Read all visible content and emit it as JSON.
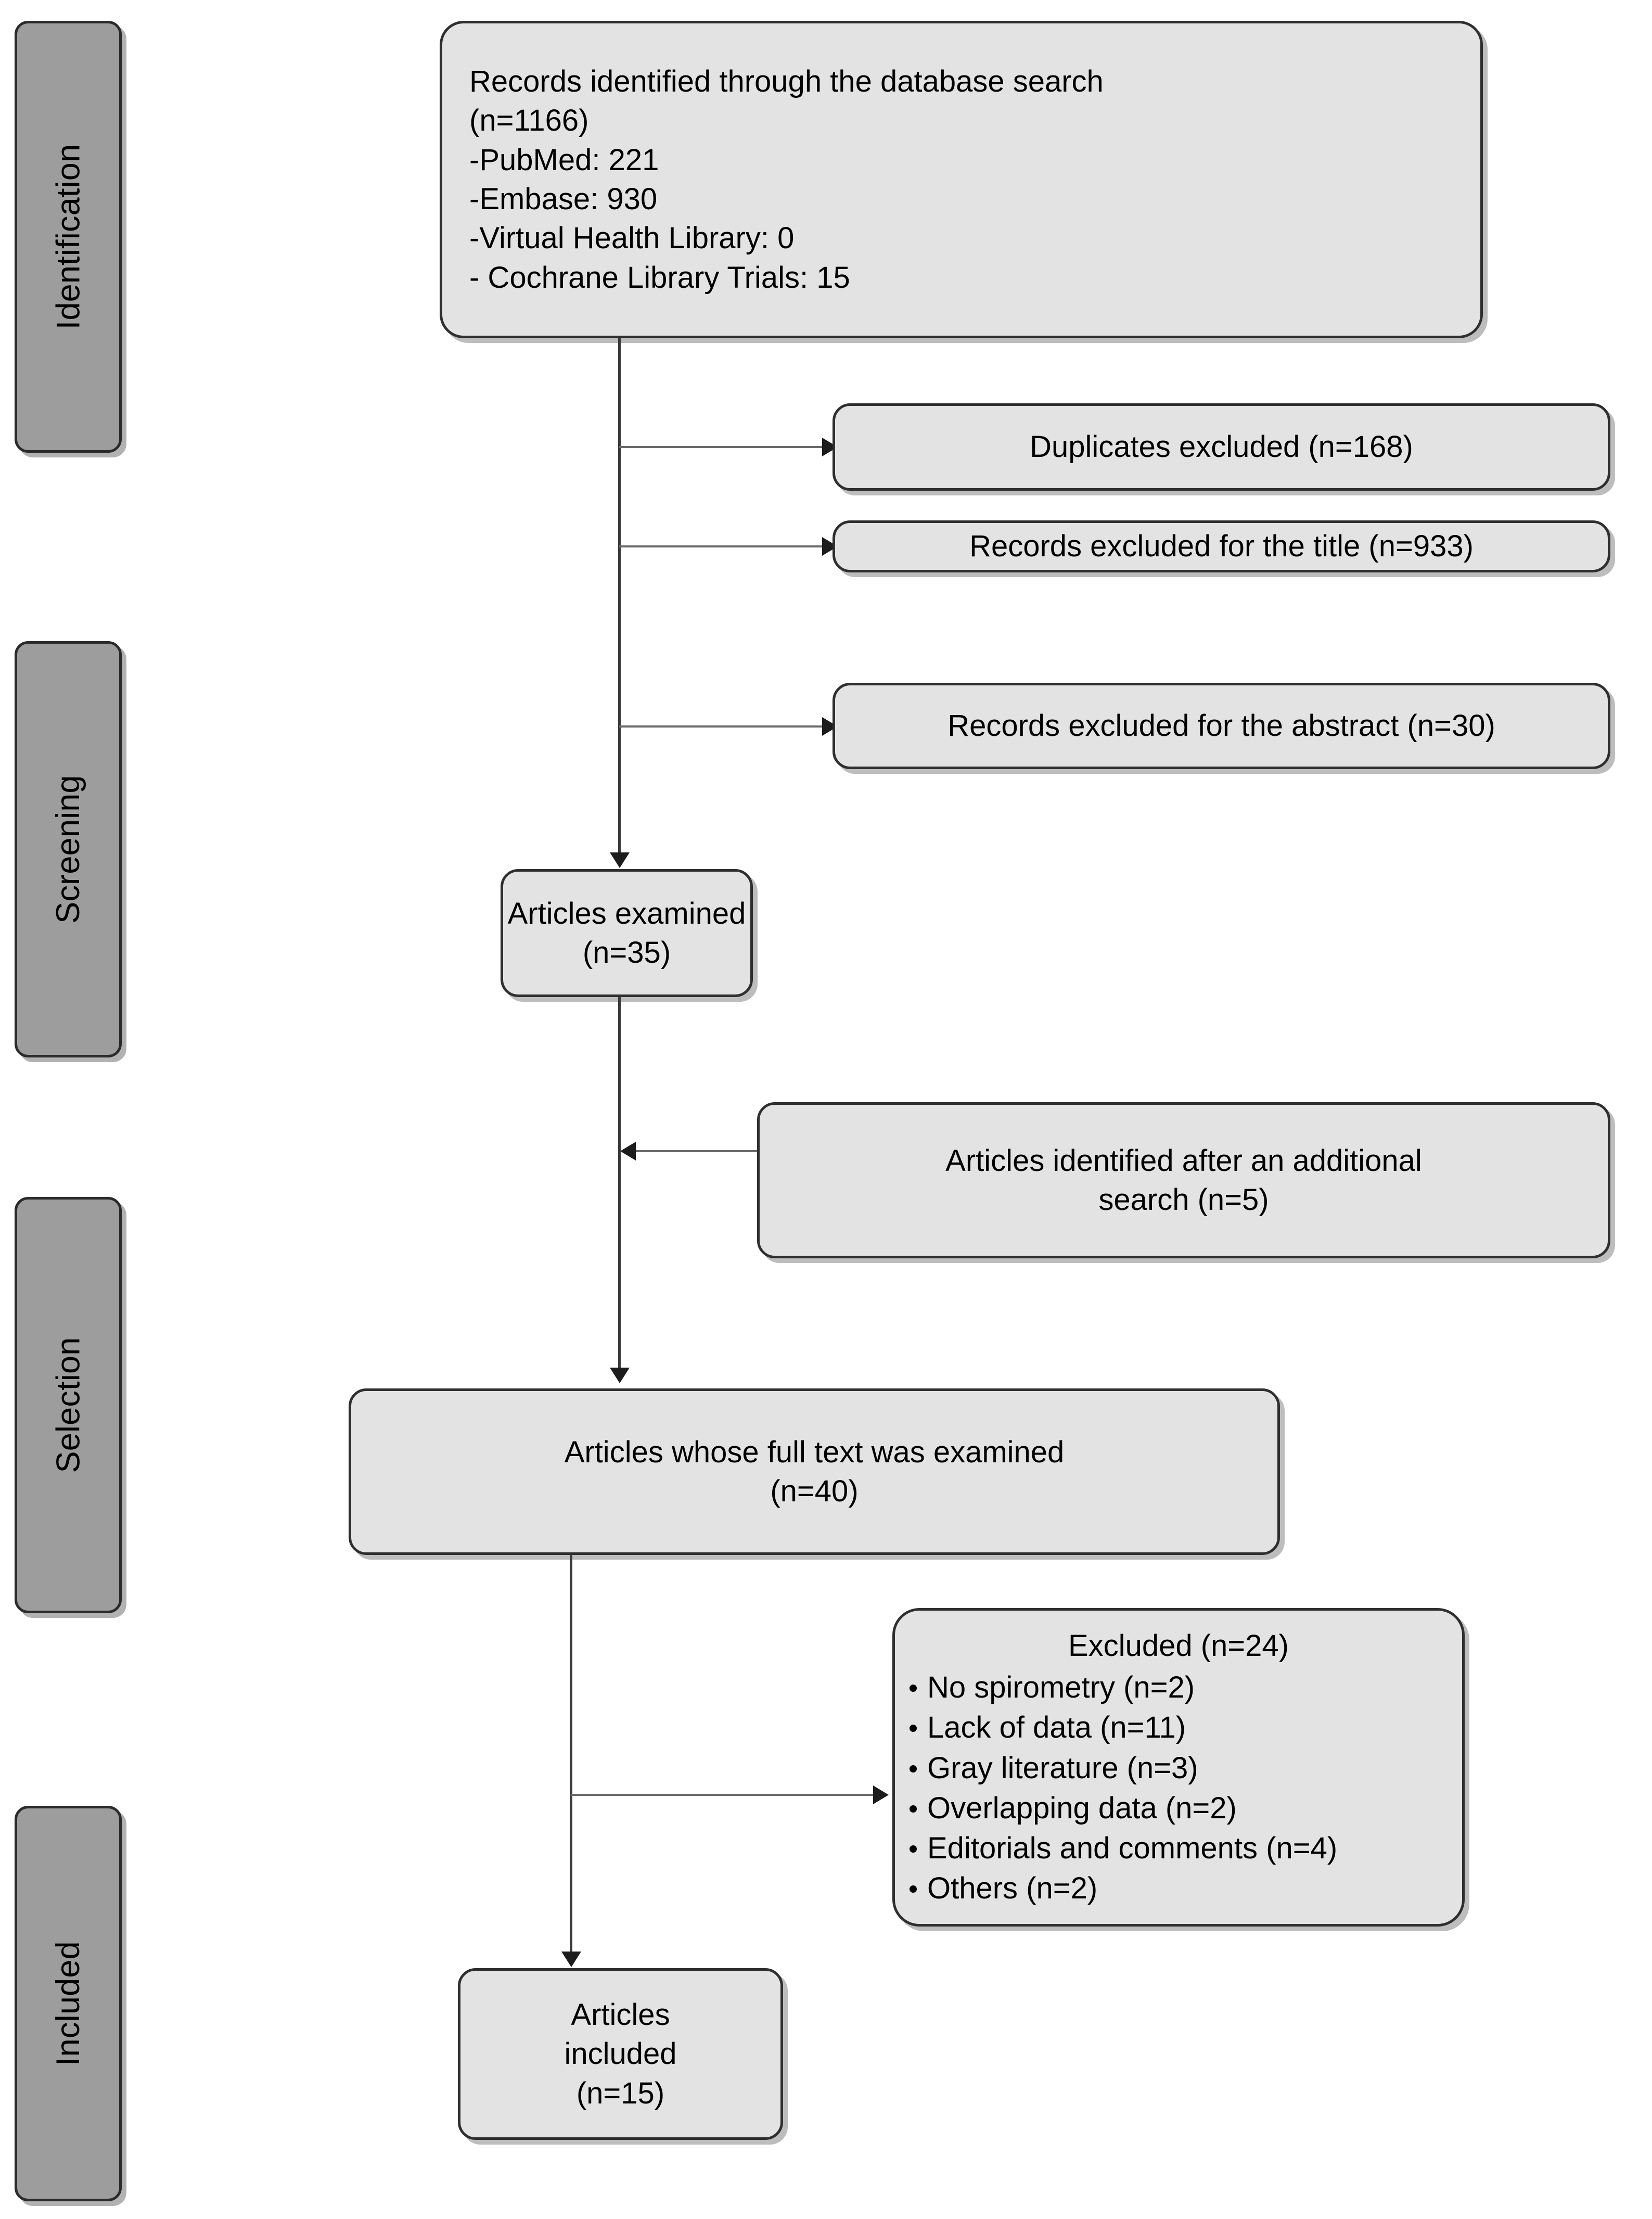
{
  "diagram": {
    "type": "prisma-flow-diagram",
    "stages": [
      {
        "id": "identification",
        "label": "Identification"
      },
      {
        "id": "screening",
        "label": "Screening"
      },
      {
        "id": "selection",
        "label": "Selection"
      },
      {
        "id": "included",
        "label": "Included"
      }
    ],
    "identification_box": {
      "lines": [
        "Records identified through the database search",
        "(n=1166)",
        "-PubMed: 221",
        "-Embase: 930",
        "-Virtual Health Library: 0",
        "- Cochrane Library Trials: 15"
      ]
    },
    "exclusions": [
      {
        "id": "duplicates",
        "label": "Duplicates excluded (n=168)"
      },
      {
        "id": "title",
        "label": "Records excluded for the title (n=933)"
      },
      {
        "id": "abstract",
        "label": "Records excluded for the abstract (n=30)"
      }
    ],
    "articles_examined": {
      "lines": [
        "Articles examined",
        "(n=35)"
      ]
    },
    "additional_search": {
      "lines": [
        "Articles identified after an additional",
        "search (n=5)"
      ]
    },
    "full_text_examined": {
      "lines": [
        "Articles whose full text was examined",
        "(n=40)"
      ]
    },
    "excluded_full_text": {
      "title": "Excluded (n=24)",
      "reasons": [
        "No spirometry (n=2)",
        "Lack of data (n=11)",
        "Gray literature (n=3)",
        "Overlapping data (n=2)",
        "Editorials and comments (n=4)",
        "Others (n=2)"
      ]
    },
    "articles_included": {
      "lines": [
        "Articles",
        "included",
        "(n=15)"
      ]
    },
    "colors": {
      "stage_pill_fill": "#9d9d9d",
      "box_fill": "#e3e3e3",
      "border": "#2f2f2f",
      "text": "#000000",
      "connector": "#3a3a3a"
    }
  }
}
